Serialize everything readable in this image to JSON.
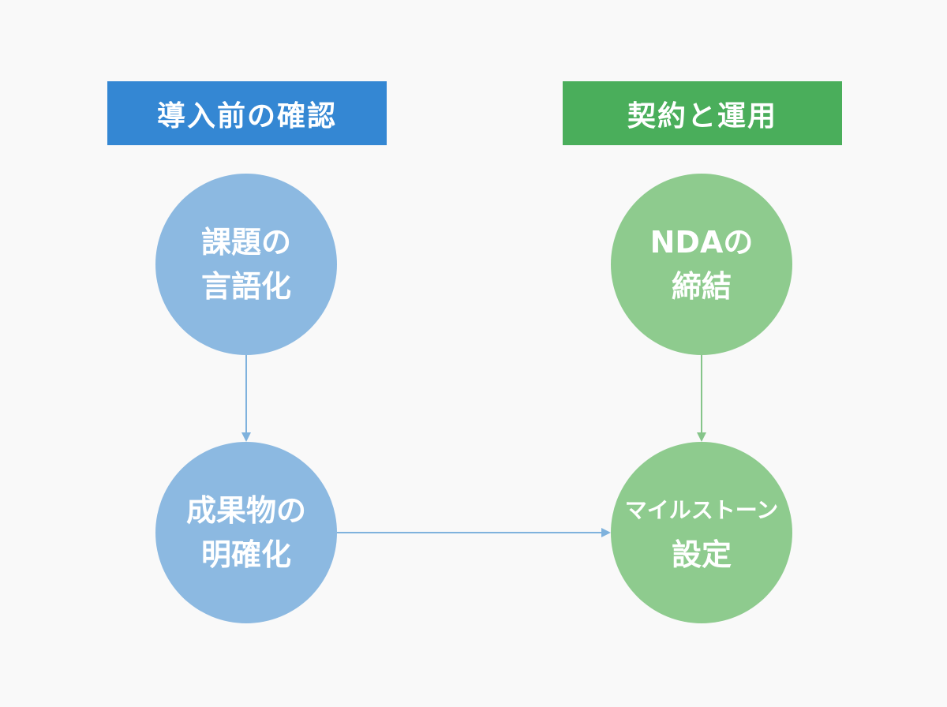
{
  "headers": {
    "left": "導入前の確認",
    "right": "契約と運用"
  },
  "nodes": {
    "define_problem": {
      "line1": "課題の",
      "line2": "言語化"
    },
    "clarify_deliverables": {
      "line1": "成果物の",
      "line2": "明確化"
    },
    "nda": {
      "line1": "NDAの",
      "line2": "締結"
    },
    "milestones": {
      "line1": "マイルストーン",
      "line2": "設定"
    }
  },
  "colors": {
    "left_header": "#3487d3",
    "right_header": "#4aae5b",
    "left_node": "#8cb9e1",
    "right_node": "#8ecb8e",
    "left_arrow": "#7fb2dd",
    "right_arrow": "#86c58a"
  }
}
